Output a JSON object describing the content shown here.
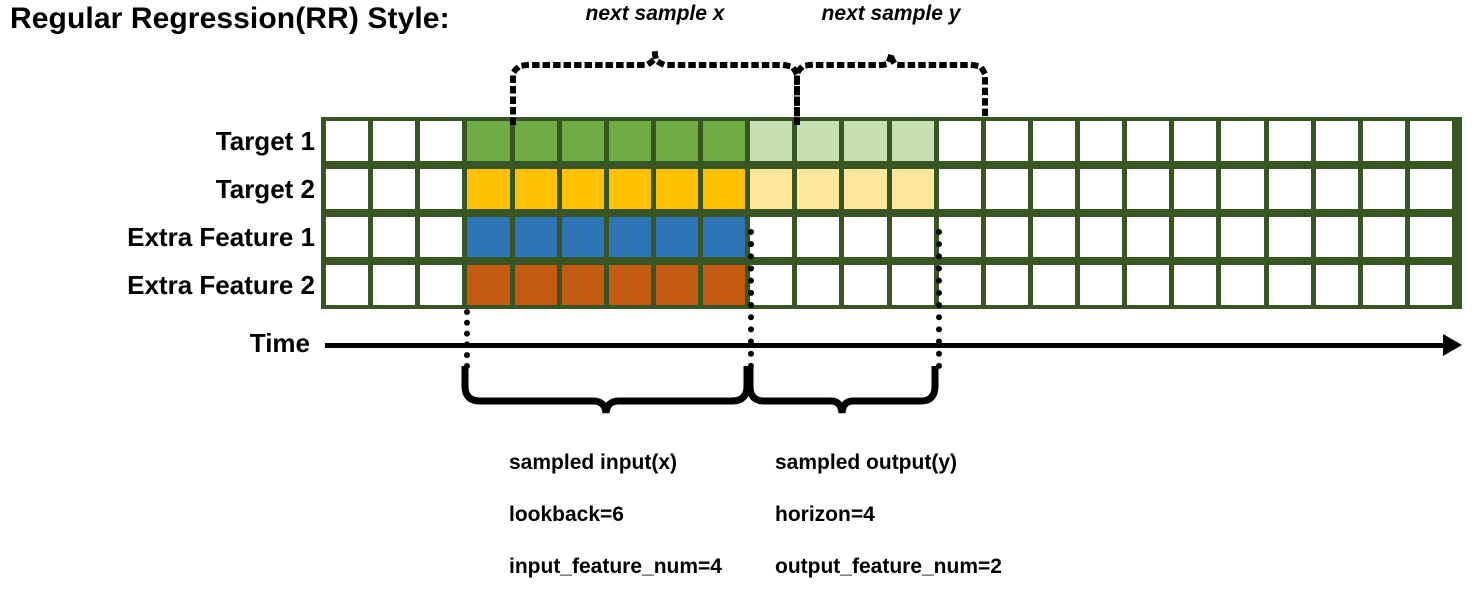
{
  "title": "Regular Regression(RR) Style:",
  "colors": {
    "grid_border": "#375623",
    "empty": "#ffffff",
    "target1": "#6FAC46",
    "target1_light": "#C6E0B4",
    "target2": "#FFC000",
    "target2_light": "#FFE699",
    "extra1": "#2E75B6",
    "extra2": "#C55A11",
    "line": "#000000"
  },
  "grid": {
    "columns": 24,
    "rows": [
      {
        "label": "Target 1",
        "name": "row-target-1",
        "cells": [
          "empty",
          "empty",
          "empty",
          "target1",
          "target1",
          "target1",
          "target1",
          "target1",
          "target1",
          "target1_light",
          "target1_light",
          "target1_light",
          "target1_light",
          "empty",
          "empty",
          "empty",
          "empty",
          "empty",
          "empty",
          "empty",
          "empty",
          "empty",
          "empty",
          "empty"
        ]
      },
      {
        "label": "Target 2",
        "name": "row-target-2",
        "cells": [
          "empty",
          "empty",
          "empty",
          "target2",
          "target2",
          "target2",
          "target2",
          "target2",
          "target2",
          "target2_light",
          "target2_light",
          "target2_light",
          "target2_light",
          "empty",
          "empty",
          "empty",
          "empty",
          "empty",
          "empty",
          "empty",
          "empty",
          "empty",
          "empty",
          "empty"
        ]
      },
      {
        "label": "Extra Feature 1",
        "name": "row-extra-feature-1",
        "cells": [
          "empty",
          "empty",
          "empty",
          "extra1",
          "extra1",
          "extra1",
          "extra1",
          "extra1",
          "extra1",
          "empty",
          "empty",
          "empty",
          "empty",
          "empty",
          "empty",
          "empty",
          "empty",
          "empty",
          "empty",
          "empty",
          "empty",
          "empty",
          "empty",
          "empty"
        ]
      },
      {
        "label": "Extra Feature 2",
        "name": "row-extra-feature-2",
        "cells": [
          "empty",
          "empty",
          "empty",
          "extra2",
          "extra2",
          "extra2",
          "extra2",
          "extra2",
          "extra2",
          "empty",
          "empty",
          "empty",
          "empty",
          "empty",
          "empty",
          "empty",
          "empty",
          "empty",
          "empty",
          "empty",
          "empty",
          "empty",
          "empty",
          "empty"
        ]
      }
    ]
  },
  "time_axis": {
    "label": "Time"
  },
  "top_braces": [
    {
      "label": "next sample x"
    },
    {
      "label": "next sample y"
    }
  ],
  "bottom_braces": [
    {
      "title": "sampled input(x)",
      "line2": "lookback=6",
      "line3": "input_feature_num=4"
    },
    {
      "title": "sampled output(y)",
      "line2": "horizon=4",
      "line3": "output_feature_num=2"
    }
  ]
}
